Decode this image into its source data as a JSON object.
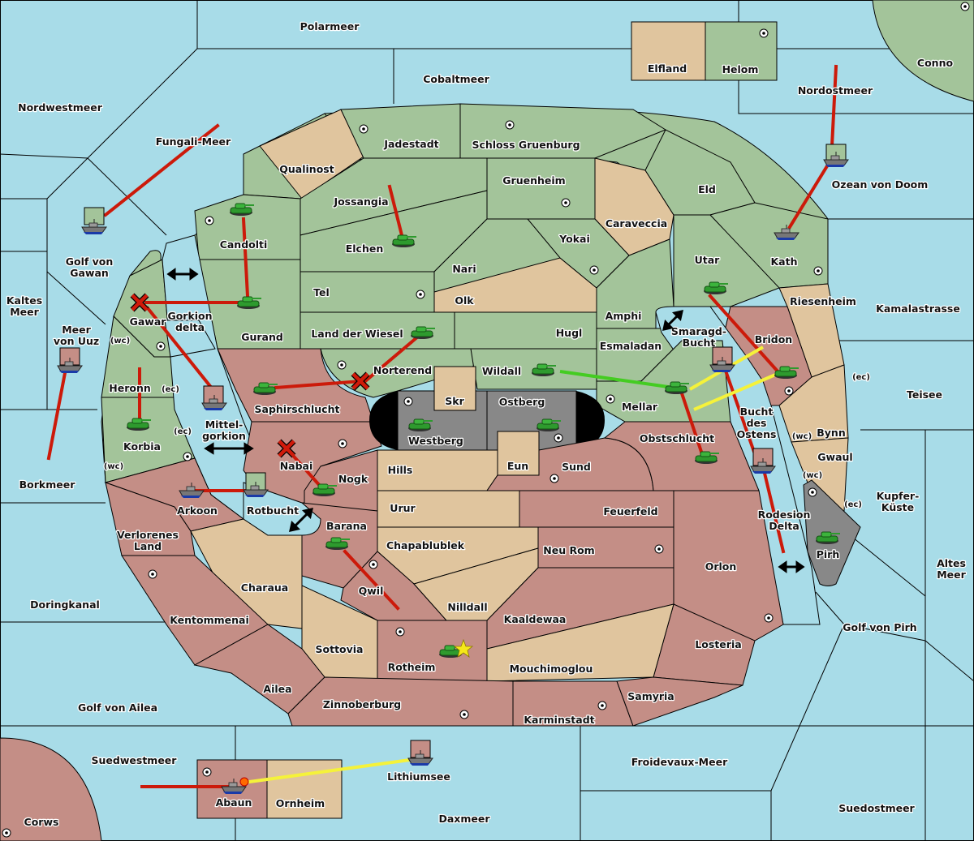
{
  "map": {
    "colors": {
      "sea": "#a8dce8",
      "power_green": "#a3c49a",
      "neutral_tan": "#e0c59e",
      "power_red": "#c48e86",
      "impassable_grey": "#888888",
      "order_red": "#cc1a0a",
      "support_yellow": "#f5f23a",
      "support_green": "#44cc22"
    },
    "seas": [
      "Polarmeer",
      "Cobaltmeer",
      "Nordwestmeer",
      "Fungali-Meer",
      "Nordostmeer",
      "Ozean von Doom",
      "Golf von Gawan",
      "Kaltes Meer",
      "Meer von Uuz",
      "Gorkion delta",
      "Mittel-gorkion",
      "Borkmeer",
      "Rotbucht",
      "Doringkanal",
      "Golf von Ailea",
      "Suedwestmeer",
      "Lithiumsee",
      "Daxmeer",
      "Froidevaux-Meer",
      "Suedostmeer",
      "Golf von Pirh",
      "Altes Meer",
      "Kupfer-Küste",
      "Teisee",
      "Kamalastrasse",
      "Smaragd-Bucht",
      "Bucht des Ostens",
      "Rodesion Delta"
    ],
    "labels": {
      "polarmeer": "Polarmeer",
      "cobaltmeer": "Cobaltmeer",
      "nordwestmeer": "Nordwestmeer",
      "fungali": "Fungali-Meer",
      "nordostmeer": "Nordostmeer",
      "ozean": "Ozean von Doom",
      "conno": "Conno",
      "elfland": "Elfland",
      "helom": "Helom",
      "golf_gawan_1": "Golf von",
      "golf_gawan_2": "Gawan",
      "kaltes_1": "Kaltes",
      "kaltes_2": "Meer",
      "uuz_1": "Meer",
      "uuz_2": "von Uuz",
      "borkmeer": "Borkmeer",
      "doringkanal": "Doringkanal",
      "golf_ailea": "Golf von Ailea",
      "suedwestmeer": "Suedwestmeer",
      "corws": "Corws",
      "abaun": "Abaun",
      "ornheim": "Ornheim",
      "lithiumsee": "Lithiumsee",
      "daxmeer": "Daxmeer",
      "froidevaux": "Froidevaux-Meer",
      "suedostmeer": "Suedostmeer",
      "golf_pirh": "Golf von Pirh",
      "altes_1": "Altes",
      "altes_2": "Meer",
      "kupfer_1": "Kupfer-",
      "kupfer_2": "Küste",
      "teisee": "Teisee",
      "kamala": "Kamalastrasse",
      "qualinost": "Qualinost",
      "jadestadt": "Jadestadt",
      "schloss": "Schloss Gruenburg",
      "gruenheim": "Gruenheim",
      "eld": "Eld",
      "caraveccia": "Caraveccia",
      "jossangia": "Jossangia",
      "candolti": "Candolti",
      "elchen": "Elchen",
      "yokai": "Yokai",
      "nari": "Nari",
      "olk": "Olk",
      "utar": "Utar",
      "kath": "Kath",
      "tel": "Tel",
      "amphi": "Amphi",
      "gurand": "Gurand",
      "land_wiesel": "Land der Wiesel",
      "hugl": "Hugl",
      "esmaladan": "Esmaladan",
      "riesenheim": "Riesenheim",
      "smaragd_1": "Smaragd-",
      "smaragd_2": "Bucht",
      "bridon": "Bridon",
      "gawar": "Gawar",
      "gorkion_1": "Gorkion",
      "gorkion_2": "delta",
      "norterend": "Norterend",
      "wildall": "Wildall",
      "skr": "Skr",
      "ostberg": "Ostberg",
      "westberg": "Westberg",
      "mellar": "Mellar",
      "heronn": "Heronn",
      "saphir": "Saphirschlucht",
      "mittel_1": "Mittel-",
      "mittel_2": "gorkion",
      "korbia": "Korbia",
      "nabai": "Nabai",
      "hills": "Hills",
      "eun": "Eun",
      "sund": "Sund",
      "obst": "Obstschlucht",
      "bucht_1": "Bucht",
      "bucht_2": "des",
      "bucht_3": "Ostens",
      "bynn": "Bynn",
      "gwaul": "Gwaul",
      "nogk": "Nogk",
      "arkoon": "Arkoon",
      "rotbucht": "Rotbucht",
      "urur": "Urur",
      "feuerfeld": "Feuerfeld",
      "barana": "Barana",
      "rodesion_1": "Rodesion",
      "rodesion_2": "Delta",
      "pirh": "Pirh",
      "verlorenes_1": "Verlorenes",
      "verlorenes_2": "Land",
      "chapablublek": "Chapablublek",
      "neu_rom": "Neu Rom",
      "charaua": "Charaua",
      "orlon": "Orlon",
      "qwil": "Qwil",
      "nilldall": "Nilldall",
      "kentommenai": "Kentommenai",
      "kaaldewaa": "Kaaldewaa",
      "losteria": "Losteria",
      "sottovia": "Sottovia",
      "rotheim": "Rotheim",
      "mouchimoglou": "Mouchimoglou",
      "ailea": "Ailea",
      "zinnoberburg": "Zinnoberburg",
      "karminstadt": "Karminstadt",
      "samyria": "Samyria",
      "coast_wc": "(wc)",
      "coast_ec": "(ec)"
    }
  }
}
